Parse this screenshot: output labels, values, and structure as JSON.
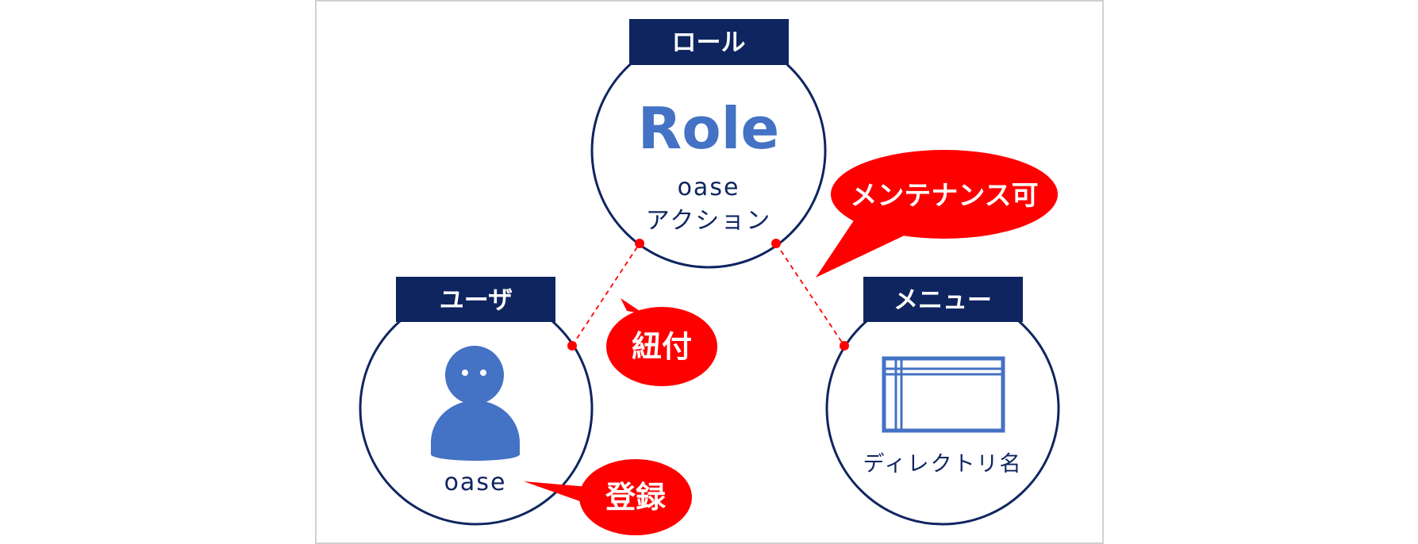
{
  "diagram": {
    "role_node": {
      "header": "ロール",
      "logo_text": "Role",
      "line1": "oase",
      "line2": "アクション"
    },
    "user_node": {
      "header": "ユーザ",
      "name": "oase",
      "icon": "person-icon"
    },
    "menu_node": {
      "header": "メニュー",
      "name": "ディレクトリ名",
      "icon": "window-icon"
    },
    "callouts": {
      "link": "紐付",
      "register": "登録",
      "maintenance": "メンテナンス可"
    },
    "colors": {
      "navy": "#0f2560",
      "blue": "#4472c4",
      "red": "#ff0000",
      "border": "#d0d0d0"
    }
  }
}
